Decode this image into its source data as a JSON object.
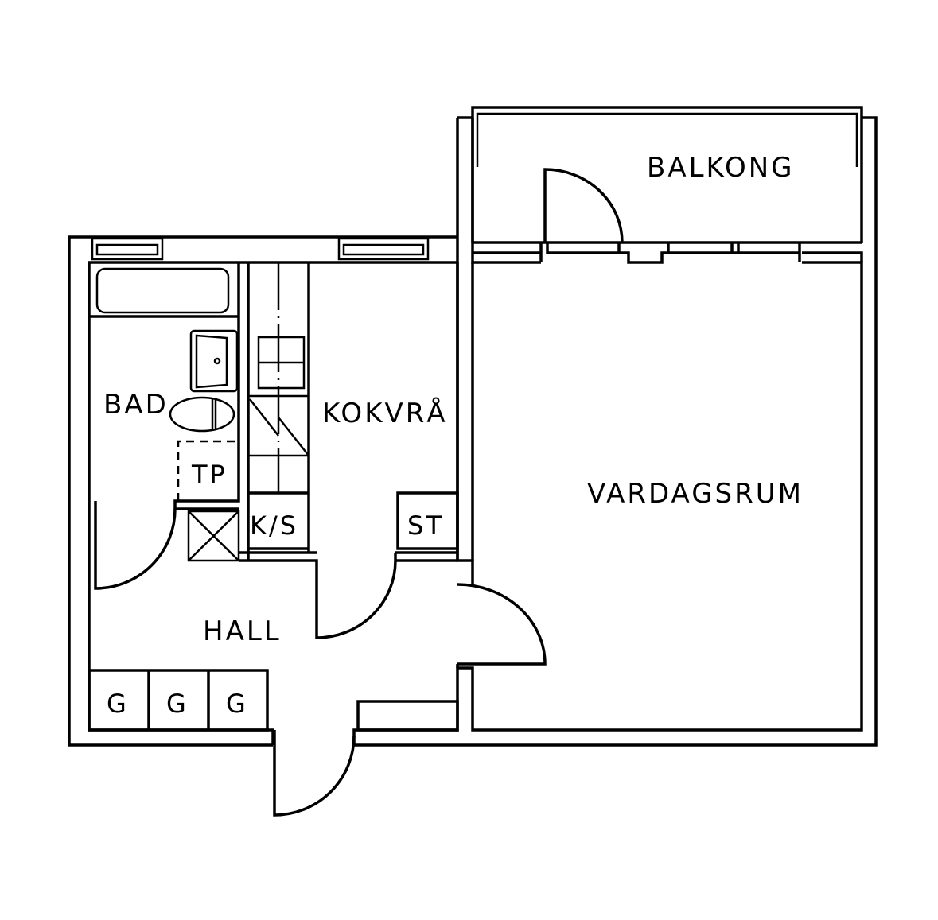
{
  "plan": {
    "rooms": {
      "balcony": "BALKONG",
      "bathroom": "BAD",
      "kitchen": "KOKVRÅ",
      "living_room": "VARDAGSRUM",
      "hall": "HALL"
    },
    "fixtures": {
      "dryer": "TP",
      "fridge_freezer": "K/S",
      "storage": "ST",
      "wardrobes": [
        "G",
        "G",
        "G"
      ]
    },
    "colors": {
      "line": "#000000",
      "background": "#ffffff"
    }
  }
}
